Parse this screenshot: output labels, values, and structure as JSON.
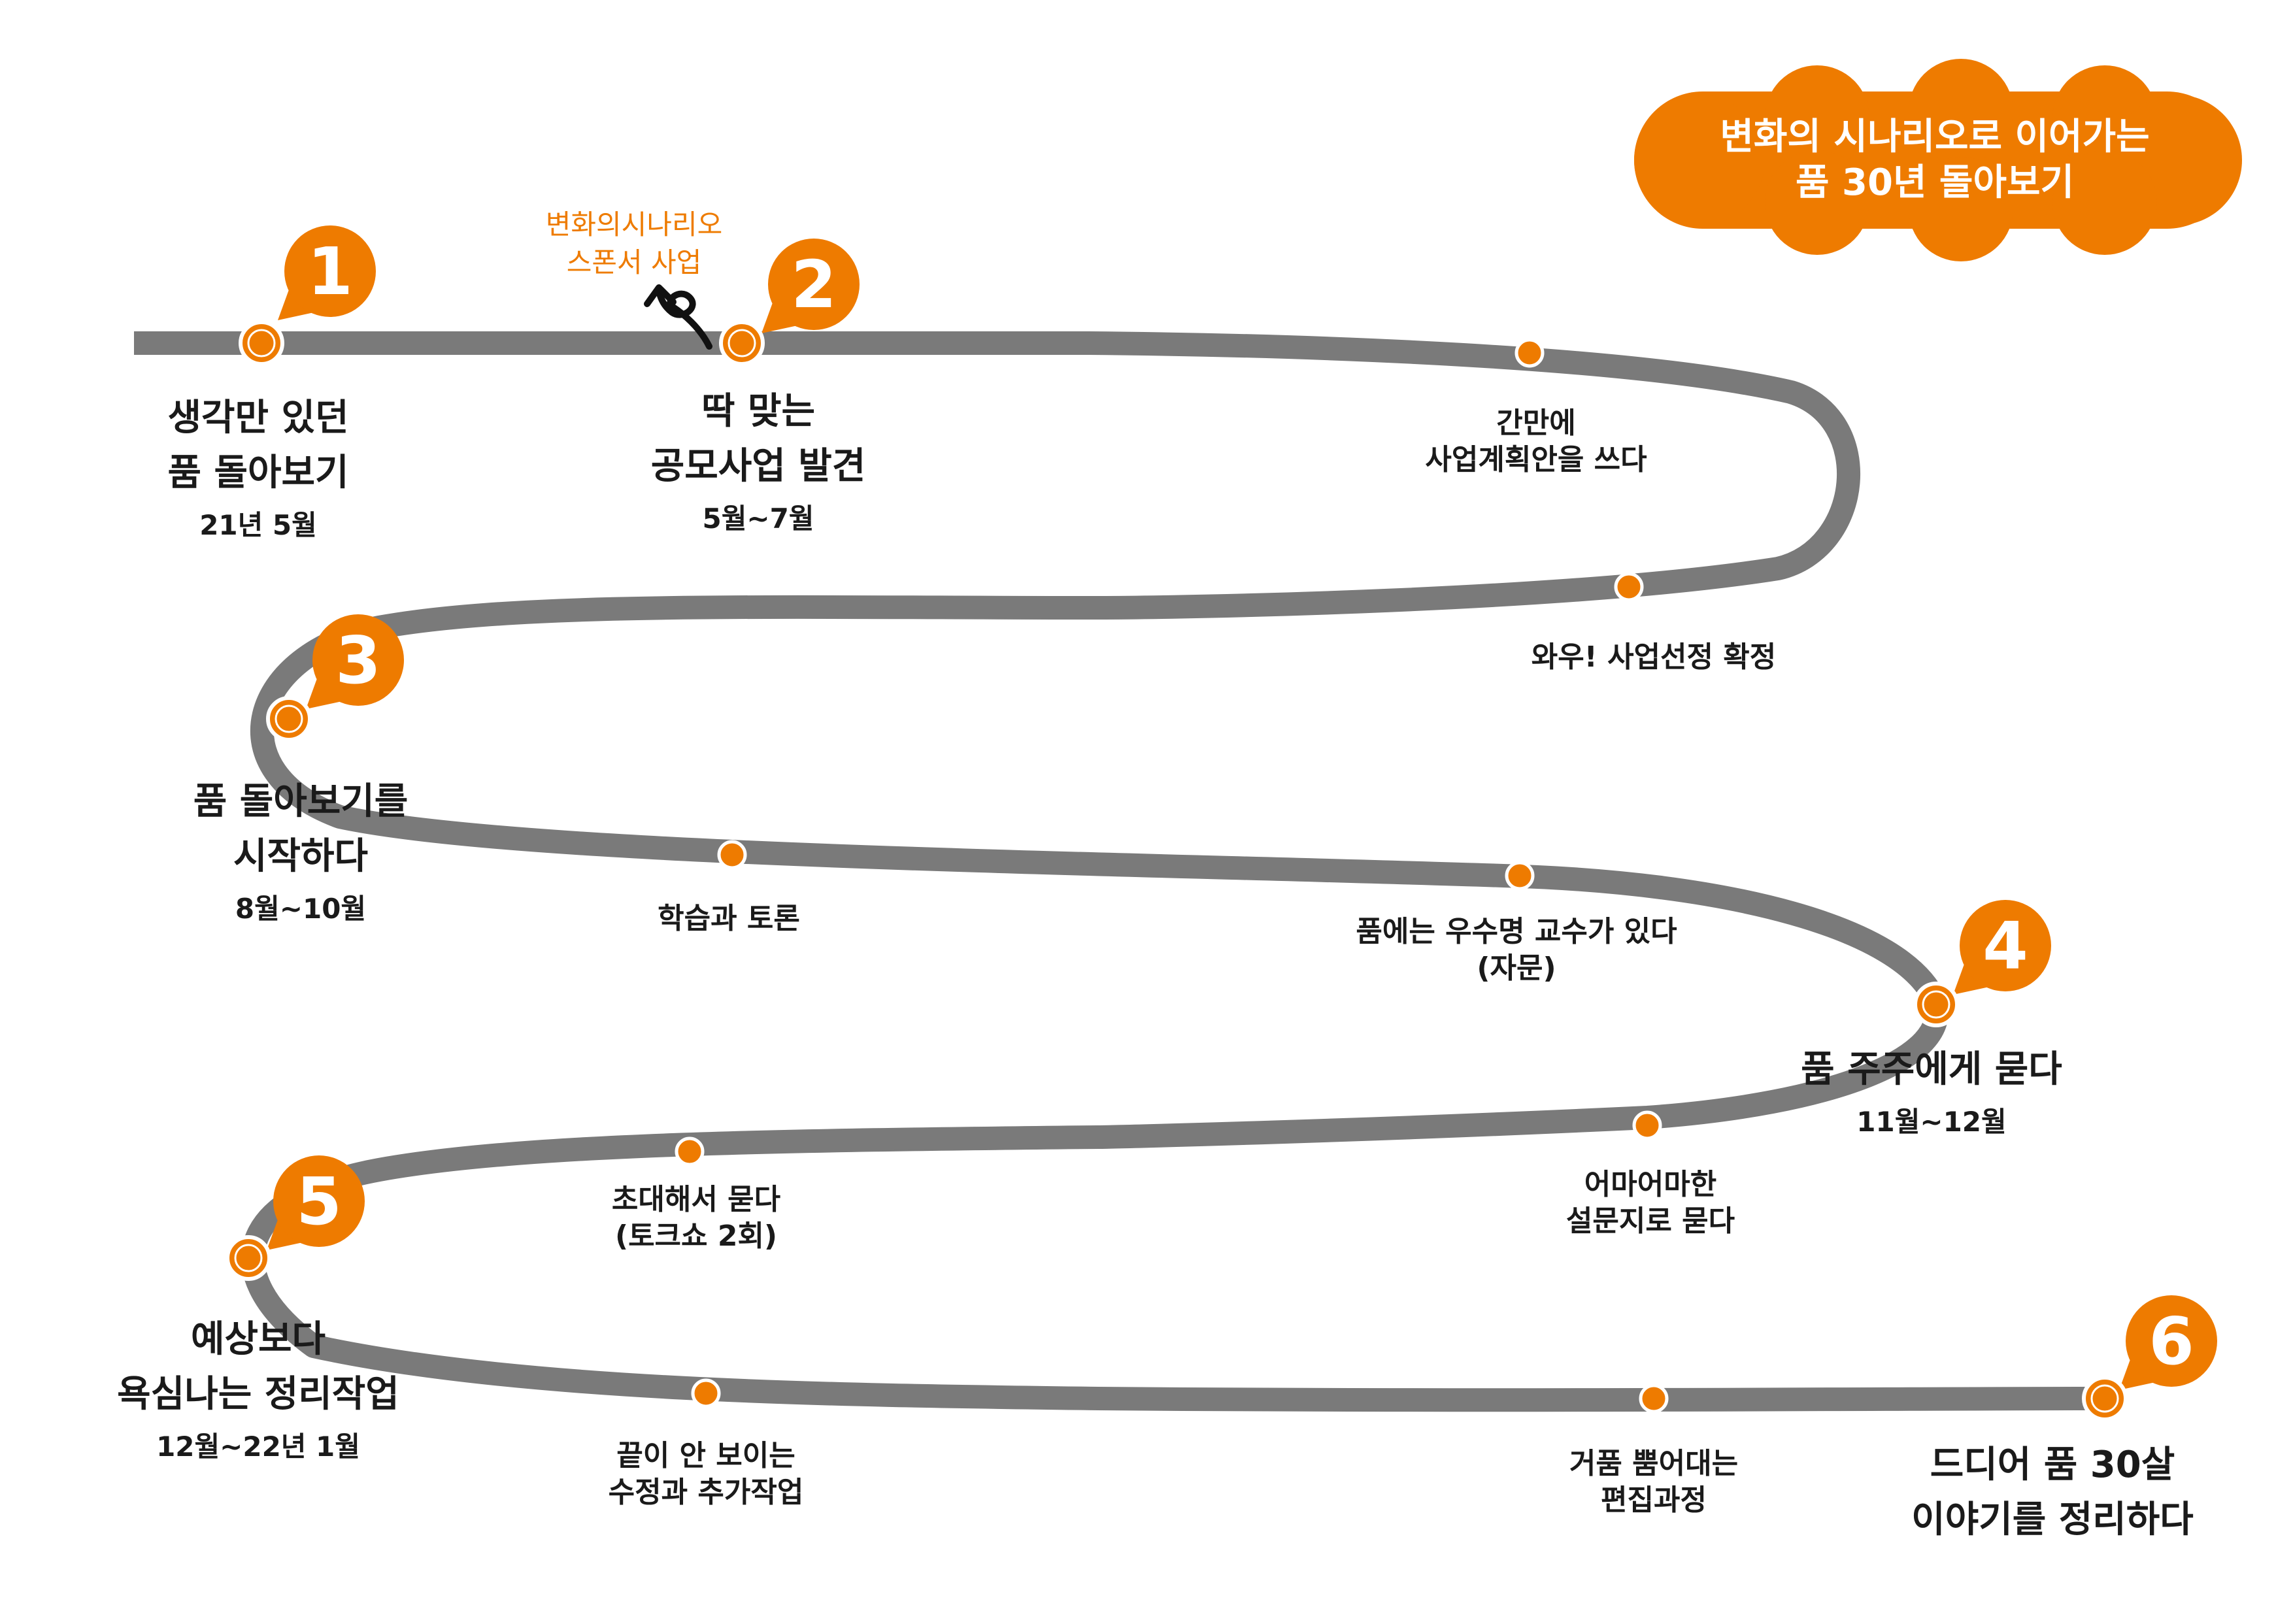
{
  "title": {
    "line1": "변화의 시나리오로 이어가는",
    "line2": "품 30년 돌아보기"
  },
  "colors": {
    "accent": "#ee7b00",
    "track": "#7a7a7a",
    "text": "#1a1a1a"
  },
  "annotation": {
    "line1": "변화의시나리오",
    "line2": "스폰서 사업"
  },
  "milestones": [
    {
      "number": "1",
      "line1": "생각만 있던",
      "line2": "품 돌아보기",
      "date": "21년 5월"
    },
    {
      "number": "2",
      "line1": "딱 맞는",
      "line2": "공모사업 발견",
      "date": "5월~7월"
    },
    {
      "number": "3",
      "line1": "품 돌아보기를",
      "line2": "시작하다",
      "date": "8월~10월"
    },
    {
      "number": "4",
      "line1": "품 주주에게 묻다",
      "date": "11월~12월"
    },
    {
      "number": "5",
      "line1": "예상보다",
      "line2": "욕심나는 정리작업",
      "date": "12월~22년 1월"
    },
    {
      "number": "6",
      "line1": "드디어 품 30살",
      "line2": "이야기를 정리하다"
    }
  ],
  "steps": [
    {
      "line1": "간만에",
      "line2": "사업계획안을 쓰다"
    },
    {
      "line1": "와우! 사업선정 확정"
    },
    {
      "line1": "학습과 토론"
    },
    {
      "line1": "품에는 우수명 교수가 있다",
      "line2": "(자문)"
    },
    {
      "line1": "어마어마한",
      "line2": "설문지로 묻다"
    },
    {
      "line1": "초대해서 묻다",
      "line2": "(토크쇼 2회)"
    },
    {
      "line1": "끝이 안 보이는",
      "line2": "수정과 추가작업"
    },
    {
      "line1": "거품 뿜어대는",
      "line2": "편집과정"
    }
  ]
}
